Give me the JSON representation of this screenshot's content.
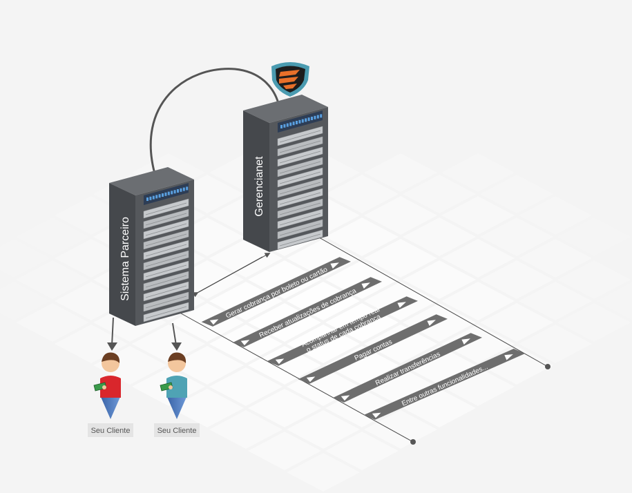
{
  "servers": {
    "partner": {
      "label": "Sistema Parceiro"
    },
    "gateway": {
      "label": "Gerencianet"
    }
  },
  "features": [
    {
      "label": "Gerar cobrança por boleto ou cartão"
    },
    {
      "label": "Receber atualizações de cobrança"
    },
    {
      "label_line1": "Acompanhar em tempo real",
      "label_line2": "o status de cada cobrança"
    },
    {
      "label": "Pagar contas"
    },
    {
      "label": "Realizar transferências"
    },
    {
      "label": "Entre outras funcionalidades..."
    }
  ],
  "clients": [
    {
      "label": "Seu Cliente",
      "shirt_color": "#d9262c"
    },
    {
      "label": "Seu Cliente",
      "shirt_color": "#4fa3b4"
    }
  ],
  "colors": {
    "background": "#f4f4f4",
    "grid_tile": "#ffffff",
    "server_body": "#55585c",
    "band": "#6e6e6e",
    "brand_shield": "#4a9bb0",
    "brand_logo": "#e8702a"
  },
  "icons": {
    "brand": "gerencianet-shield-logo",
    "cash": "money-bill-icon"
  }
}
